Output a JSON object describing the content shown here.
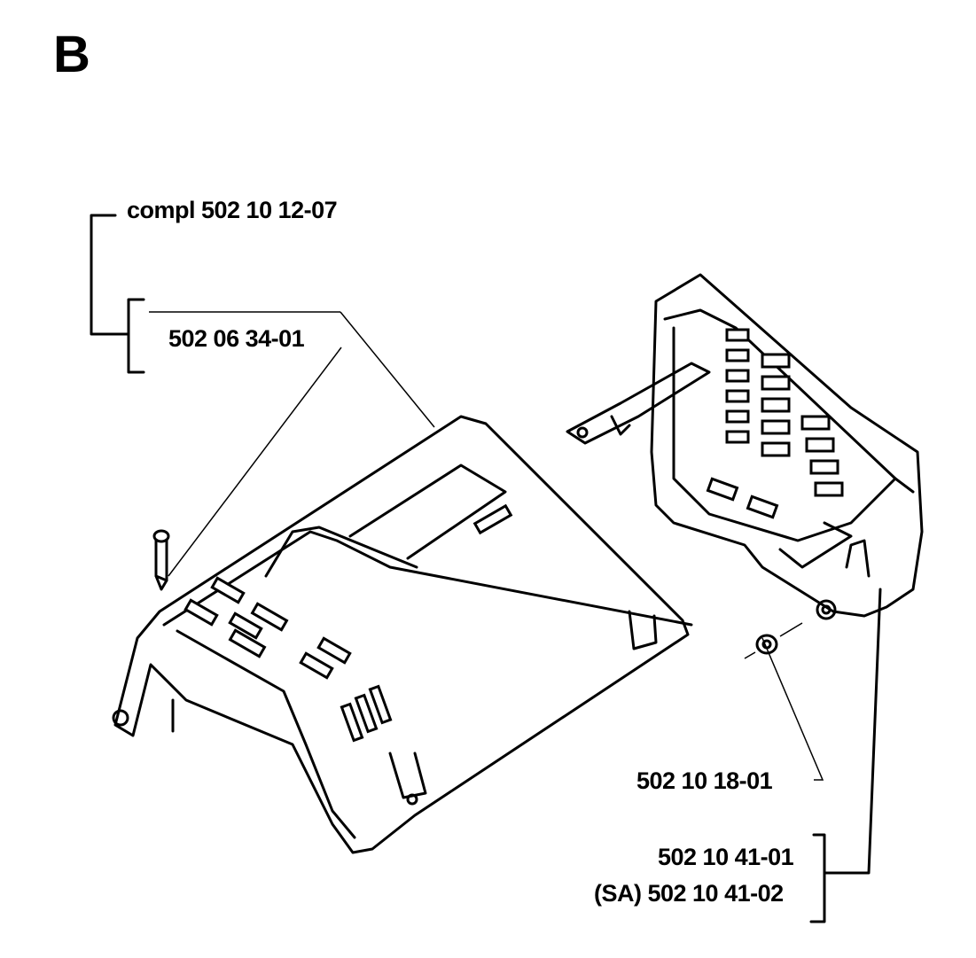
{
  "section_letter": "B",
  "parts": {
    "complete_cover": "compl 502 10 12-07",
    "cover": "502 06 34-01",
    "nut": "502 10 18-01",
    "muffler_guard": "502 10 41-01",
    "muffler_guard_sa": "(SA) 502 10 41-02"
  },
  "colors": {
    "line": "#000000",
    "background": "#ffffff"
  }
}
